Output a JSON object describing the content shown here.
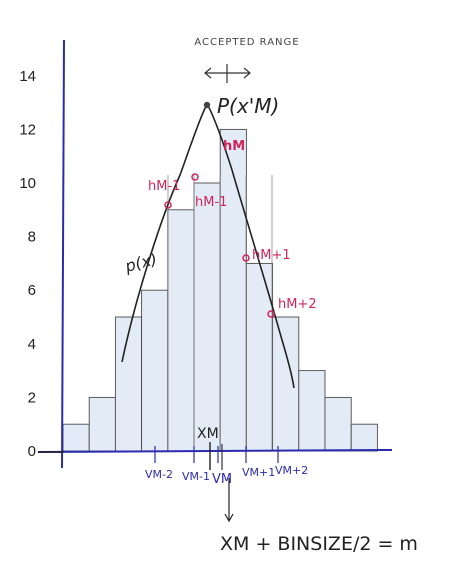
{
  "chart_data": {
    "type": "bar",
    "title": "",
    "xlabel": "",
    "ylabel": "",
    "ylim": [
      0,
      14
    ],
    "y_ticks": [
      0,
      2,
      4,
      6,
      8,
      10,
      12,
      14
    ],
    "bins": [
      1,
      2,
      5,
      6,
      9,
      10,
      12,
      7,
      5,
      3,
      2,
      1
    ],
    "curve_label": "p(x)",
    "peak_label": "P(x'M)",
    "accepted_range_label": "ACCEPTED RANGE",
    "x_markers": {
      "xm": "XM",
      "v_m_minus_2": "VM-2",
      "v_m_minus_1": "VM-1",
      "v_m": "VM",
      "v_m_plus_1": "VM+1",
      "v_m_plus_2": "VM+2"
    },
    "height_labels": {
      "h_m": "hM",
      "h_m_minus_1_a": "hM-1",
      "h_m_minus_1_b": "hM-1",
      "h_m_plus_1": "hM+1",
      "h_m_plus_2": "hM+2"
    },
    "formula": "XM + BINSIZE/2 = m",
    "colors": {
      "axis": "#2b2bb0",
      "bar_fill": "#e3ecf6",
      "bar_stroke": "#4a4a4a",
      "highlight": "#d0245b",
      "curve": "#222222",
      "marker_text": "#2b2bb0"
    }
  }
}
